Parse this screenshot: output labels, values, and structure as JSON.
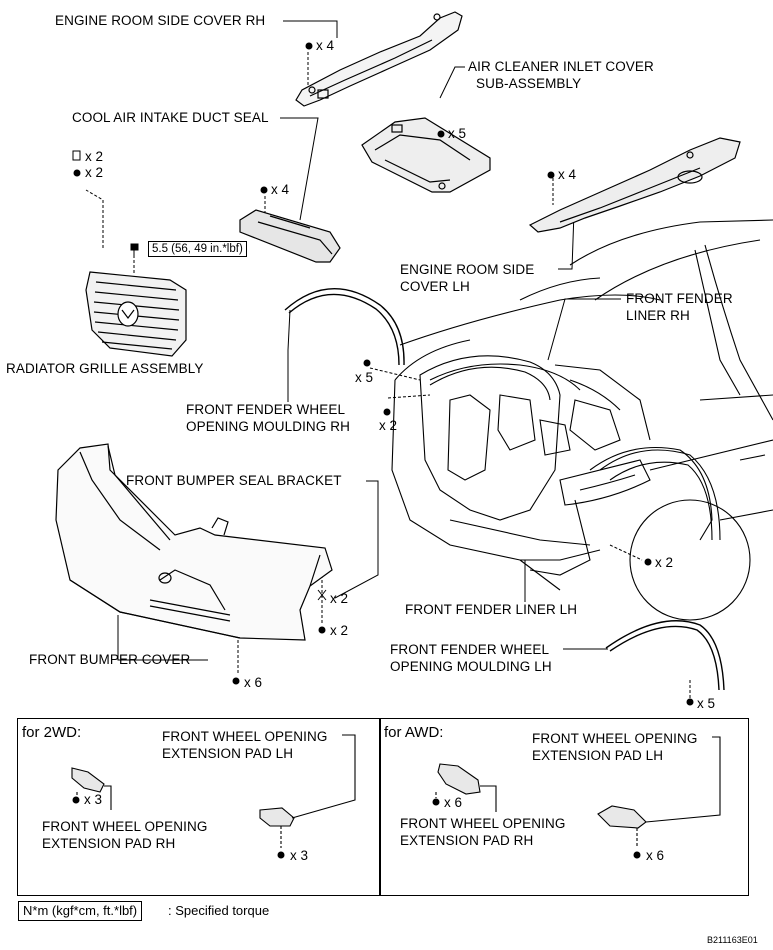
{
  "labels": {
    "engine_room_side_cover_rh": "ENGINE ROOM SIDE COVER RH",
    "air_cleaner_inlet_cover_1": "AIR CLEANER INLET COVER",
    "air_cleaner_inlet_cover_2": "SUB-ASSEMBLY",
    "cool_air_intake_duct_seal": "COOL AIR INTAKE DUCT SEAL",
    "engine_room_side_cover_lh_1": "ENGINE ROOM SIDE",
    "engine_room_side_cover_lh_2": "COVER LH",
    "front_fender_liner_rh_1": "FRONT FENDER",
    "front_fender_liner_rh_2": "LINER RH",
    "radiator_grille_assembly": "RADIATOR GRILLE ASSEMBLY",
    "front_fender_wheel_opening_moulding_rh_1": "FRONT FENDER WHEEL",
    "front_fender_wheel_opening_moulding_rh_2": "OPENING MOULDING RH",
    "front_bumper_seal_bracket": "FRONT BUMPER SEAL BRACKET",
    "front_fender_liner_lh": "FRONT FENDER LINER LH",
    "front_bumper_cover": "FRONT BUMPER COVER",
    "front_fender_wheel_opening_moulding_lh_1": "FRONT FENDER WHEEL",
    "front_fender_wheel_opening_moulding_lh_2": "OPENING MOULDING LH"
  },
  "quantities": {
    "cover_rh_clips": "x 4",
    "air_cleaner_clips": "x 5",
    "grille_clips_a": "x 2",
    "grille_clips_b": "x 2",
    "duct_seal_clips": "x 4",
    "cover_lh_clips": "x 4",
    "moulding_rh_clips": "x 5",
    "moulding_rh_screws": "x 2",
    "bracket_clips": "x 2",
    "bumper_screws": "x 2",
    "bumper_bottom_screws": "x 6",
    "liner_lh_clips": "x 2",
    "moulding_lh_clips": "x 5"
  },
  "torque_spec": "5.5 (56, 49 in.*lbf)",
  "sub_2wd": {
    "title": "for 2WD:",
    "pad_lh_1": "FRONT WHEEL OPENING",
    "pad_lh_2": "EXTENSION PAD LH",
    "pad_rh_1": "FRONT WHEEL OPENING",
    "pad_rh_2": "EXTENSION PAD RH",
    "qty_rh": "x 3",
    "qty_lh": "x 3"
  },
  "sub_awd": {
    "title": "for AWD:",
    "pad_lh_1": "FRONT WHEEL OPENING",
    "pad_lh_2": "EXTENSION PAD LH",
    "pad_rh_1": "FRONT WHEEL OPENING",
    "pad_rh_2": "EXTENSION PAD RH",
    "qty_rh": "x 6",
    "qty_lh": "x 6"
  },
  "legend": {
    "unit": "N*m (kgf*cm, ft.*lbf)",
    "description": ": Specified torque"
  },
  "figure_code": "B211163E01"
}
